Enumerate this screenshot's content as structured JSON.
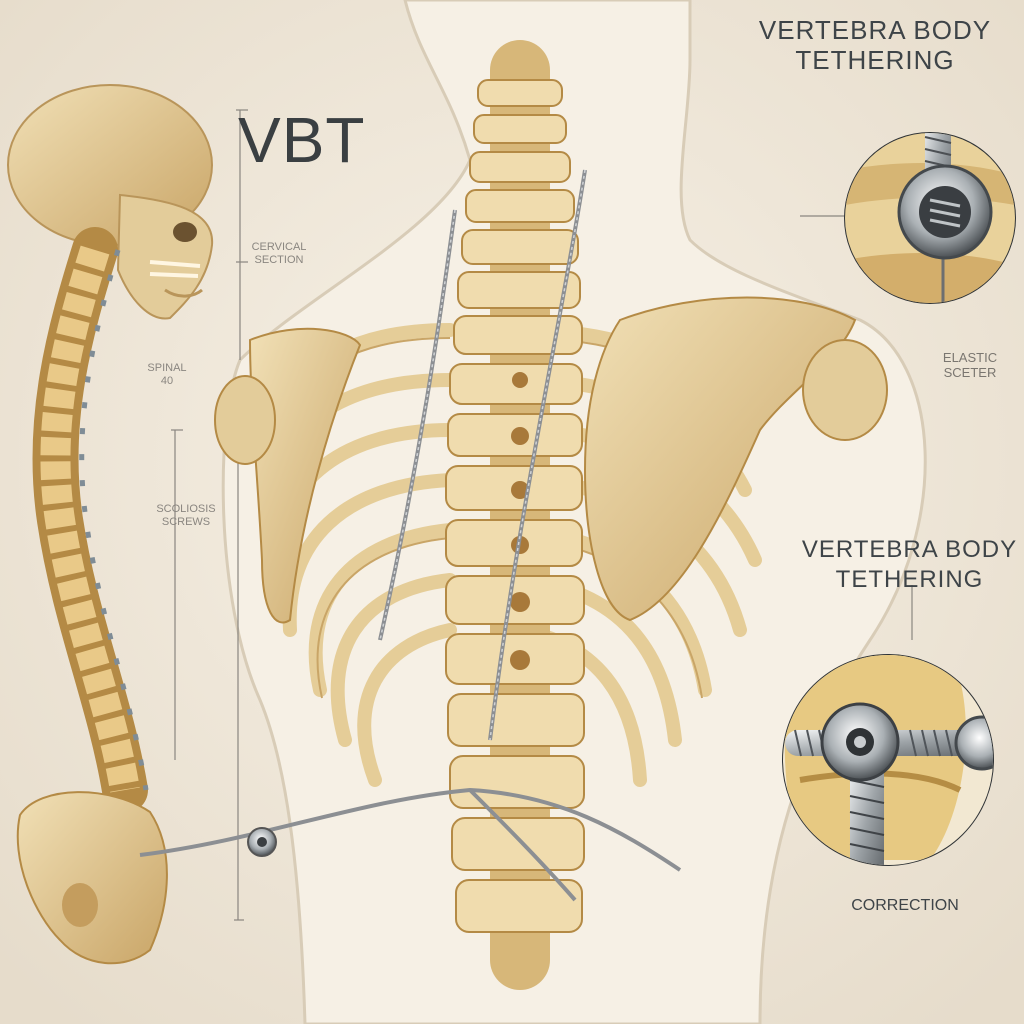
{
  "title": "VBT",
  "labels": {
    "top_callout": [
      "VERTEBRA BODY",
      "TETHERING"
    ],
    "mid_callout": [
      "VERTEBRA BODY",
      "TETHERING"
    ],
    "elastic": [
      "ELASTIC",
      "SCETER"
    ],
    "correction": "CORRECTION",
    "cervical": [
      "CERVICAL",
      "SECTION"
    ],
    "thoracic": [
      "SPINAL",
      "40"
    ],
    "lumbar": [
      "SCOLIOSIS",
      "SCREWS"
    ]
  },
  "colors": {
    "background": "#efe7d9",
    "bone": "#e8d3a4",
    "bone_shadow": "#c9a86a",
    "disc": "#8f9aa3",
    "tether": "#8c8f93",
    "screw_metal": "#c5c9cc",
    "text": "#3e4448"
  },
  "icons": [
    "skull-icon",
    "spine-icon",
    "rib-cage-icon",
    "scapula-icon",
    "screw-icon",
    "tether-cord-icon",
    "pelvis-icon"
  ]
}
